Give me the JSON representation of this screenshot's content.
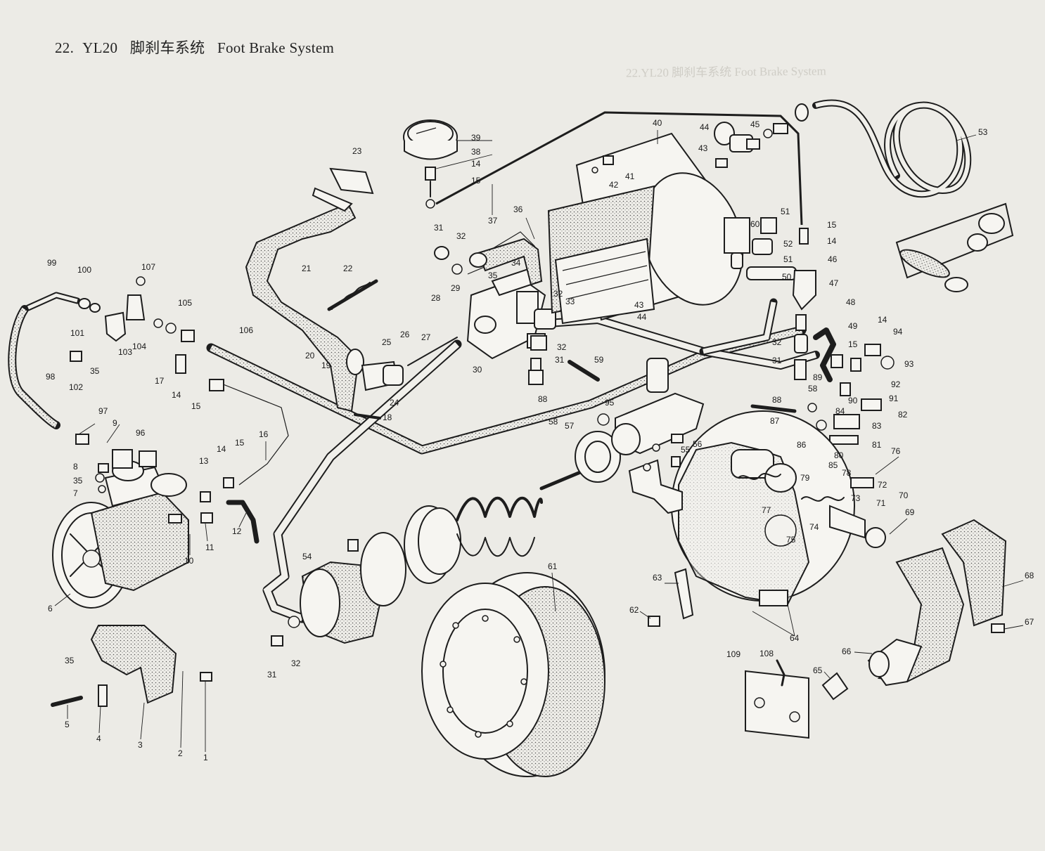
{
  "title": {
    "number": "22.",
    "model": "YL20",
    "chinese": "脚刹车系统",
    "english": "Foot Brake System"
  },
  "ghost_title": "22.YL20  脚刹车系统  Foot Brake System",
  "callouts": [
    {
      "id": "c1",
      "label": "1"
    },
    {
      "id": "c2",
      "label": "2"
    },
    {
      "id": "c3",
      "label": "3"
    },
    {
      "id": "c4",
      "label": "4"
    },
    {
      "id": "c5",
      "label": "5"
    },
    {
      "id": "c6",
      "label": "6"
    },
    {
      "id": "c7",
      "label": "7"
    },
    {
      "id": "c8",
      "label": "8"
    },
    {
      "id": "c9",
      "label": "9"
    },
    {
      "id": "c10",
      "label": "10"
    },
    {
      "id": "c11",
      "label": "11"
    },
    {
      "id": "c12",
      "label": "12"
    },
    {
      "id": "c13",
      "label": "13"
    },
    {
      "id": "c14a",
      "label": "14"
    },
    {
      "id": "c14b",
      "label": "14"
    },
    {
      "id": "c14c",
      "label": "14"
    },
    {
      "id": "c14d",
      "label": "14"
    },
    {
      "id": "c14e",
      "label": "14"
    },
    {
      "id": "c15a",
      "label": "15"
    },
    {
      "id": "c15b",
      "label": "15"
    },
    {
      "id": "c15c",
      "label": "15"
    },
    {
      "id": "c15d",
      "label": "15"
    },
    {
      "id": "c15e",
      "label": "15"
    },
    {
      "id": "c16",
      "label": "16"
    },
    {
      "id": "c17",
      "label": "17"
    },
    {
      "id": "c18",
      "label": "18"
    },
    {
      "id": "c19",
      "label": "19"
    },
    {
      "id": "c20",
      "label": "20"
    },
    {
      "id": "c21",
      "label": "21"
    },
    {
      "id": "c22",
      "label": "22"
    },
    {
      "id": "c23",
      "label": "23"
    },
    {
      "id": "c24",
      "label": "24"
    },
    {
      "id": "c25",
      "label": "25"
    },
    {
      "id": "c26",
      "label": "26"
    },
    {
      "id": "c27",
      "label": "27"
    },
    {
      "id": "c28",
      "label": "28"
    },
    {
      "id": "c29",
      "label": "29"
    },
    {
      "id": "c30",
      "label": "30"
    },
    {
      "id": "c31a",
      "label": "31"
    },
    {
      "id": "c31b",
      "label": "31"
    },
    {
      "id": "c31c",
      "label": "31"
    },
    {
      "id": "c31d",
      "label": "31"
    },
    {
      "id": "c32a",
      "label": "32"
    },
    {
      "id": "c32b",
      "label": "32"
    },
    {
      "id": "c32c",
      "label": "32"
    },
    {
      "id": "c32d",
      "label": "32"
    },
    {
      "id": "c32e",
      "label": "32"
    },
    {
      "id": "c33",
      "label": "33"
    },
    {
      "id": "c34",
      "label": "34"
    },
    {
      "id": "c35a",
      "label": "35"
    },
    {
      "id": "c35b",
      "label": "35"
    },
    {
      "id": "c35c",
      "label": "35"
    },
    {
      "id": "c35d",
      "label": "35"
    },
    {
      "id": "c36",
      "label": "36"
    },
    {
      "id": "c37",
      "label": "37"
    },
    {
      "id": "c38",
      "label": "38"
    },
    {
      "id": "c39",
      "label": "39"
    },
    {
      "id": "c40",
      "label": "40"
    },
    {
      "id": "c41",
      "label": "41"
    },
    {
      "id": "c42",
      "label": "42"
    },
    {
      "id": "c43a",
      "label": "43"
    },
    {
      "id": "c43b",
      "label": "43"
    },
    {
      "id": "c44a",
      "label": "44"
    },
    {
      "id": "c44b",
      "label": "44"
    },
    {
      "id": "c45",
      "label": "45"
    },
    {
      "id": "c46",
      "label": "46"
    },
    {
      "id": "c47",
      "label": "47"
    },
    {
      "id": "c48",
      "label": "48"
    },
    {
      "id": "c49",
      "label": "49"
    },
    {
      "id": "c50",
      "label": "50"
    },
    {
      "id": "c51a",
      "label": "51"
    },
    {
      "id": "c51b",
      "label": "51"
    },
    {
      "id": "c52",
      "label": "52"
    },
    {
      "id": "c53",
      "label": "53"
    },
    {
      "id": "c54",
      "label": "54"
    },
    {
      "id": "c55",
      "label": "55"
    },
    {
      "id": "c56",
      "label": "56"
    },
    {
      "id": "c57",
      "label": "57"
    },
    {
      "id": "c58a",
      "label": "58"
    },
    {
      "id": "c58b",
      "label": "58"
    },
    {
      "id": "c59",
      "label": "59"
    },
    {
      "id": "c60",
      "label": "60"
    },
    {
      "id": "c61",
      "label": "61"
    },
    {
      "id": "c62",
      "label": "62"
    },
    {
      "id": "c63",
      "label": "63"
    },
    {
      "id": "c64",
      "label": "64"
    },
    {
      "id": "c65",
      "label": "65"
    },
    {
      "id": "c66",
      "label": "66"
    },
    {
      "id": "c67",
      "label": "67"
    },
    {
      "id": "c68",
      "label": "68"
    },
    {
      "id": "c69",
      "label": "69"
    },
    {
      "id": "c70",
      "label": "70"
    },
    {
      "id": "c71",
      "label": "71"
    },
    {
      "id": "c72",
      "label": "72"
    },
    {
      "id": "c73",
      "label": "73"
    },
    {
      "id": "c74",
      "label": "74"
    },
    {
      "id": "c75",
      "label": "75"
    },
    {
      "id": "c76",
      "label": "76"
    },
    {
      "id": "c77",
      "label": "77"
    },
    {
      "id": "c78",
      "label": "78"
    },
    {
      "id": "c79",
      "label": "79"
    },
    {
      "id": "c80",
      "label": "80"
    },
    {
      "id": "c81",
      "label": "81"
    },
    {
      "id": "c82",
      "label": "82"
    },
    {
      "id": "c83",
      "label": "83"
    },
    {
      "id": "c84",
      "label": "84"
    },
    {
      "id": "c85",
      "label": "85"
    },
    {
      "id": "c86",
      "label": "86"
    },
    {
      "id": "c87",
      "label": "87"
    },
    {
      "id": "c88a",
      "label": "88"
    },
    {
      "id": "c88b",
      "label": "88"
    },
    {
      "id": "c89",
      "label": "89"
    },
    {
      "id": "c90",
      "label": "90"
    },
    {
      "id": "c91",
      "label": "91"
    },
    {
      "id": "c92",
      "label": "92"
    },
    {
      "id": "c93",
      "label": "93"
    },
    {
      "id": "c94",
      "label": "94"
    },
    {
      "id": "c95",
      "label": "95"
    },
    {
      "id": "c96",
      "label": "96"
    },
    {
      "id": "c97",
      "label": "97"
    },
    {
      "id": "c98",
      "label": "98"
    },
    {
      "id": "c99",
      "label": "99"
    },
    {
      "id": "c100",
      "label": "100"
    },
    {
      "id": "c101",
      "label": "101"
    },
    {
      "id": "c102",
      "label": "102"
    },
    {
      "id": "c103",
      "label": "103"
    },
    {
      "id": "c104",
      "label": "104"
    },
    {
      "id": "c105",
      "label": "105"
    },
    {
      "id": "c106",
      "label": "106"
    },
    {
      "id": "c107",
      "label": "107"
    },
    {
      "id": "c108",
      "label": "108"
    },
    {
      "id": "c109",
      "label": "109"
    }
  ]
}
